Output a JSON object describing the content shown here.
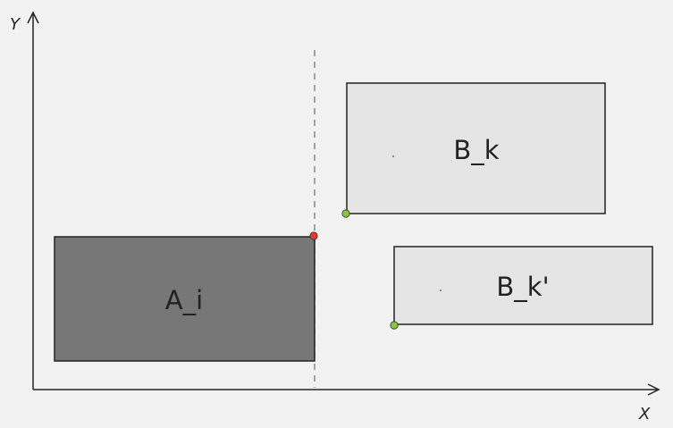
{
  "axes": {
    "x_label": "X",
    "y_label": "Y"
  },
  "boxes": [
    {
      "id": "A_i",
      "label": "A_i",
      "fill": "#777777"
    },
    {
      "id": "B_k",
      "label": "B_k",
      "fill": "#e5e5e5"
    },
    {
      "id": "B_kp",
      "label": "B_k'",
      "fill": "#e5e5e5"
    }
  ],
  "colors": {
    "background": "#f2f2f2",
    "stroke": "#222222",
    "guide_line": "#888888",
    "corner_point_red": "#e8342a",
    "corner_point_green": "#8cc63f"
  }
}
